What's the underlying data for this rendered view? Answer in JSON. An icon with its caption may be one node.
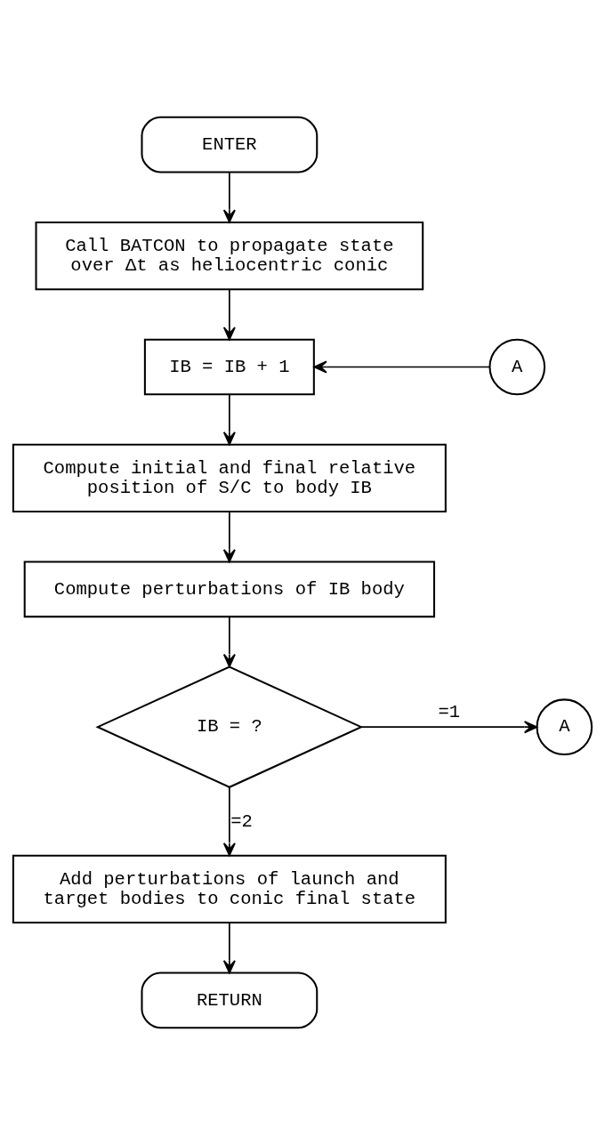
{
  "diagram": {
    "nodes": [
      {
        "text": [
          "ENTER"
        ]
      },
      {
        "text": [
          "Call BATCON to propagate state over Δt as heliocentric conic"
        ]
      },
      {
        "text": [
          "A"
        ]
      },
      {
        "text": [
          "IB = IB + 1"
        ]
      },
      {
        "text": [
          "Compute initial and final relative position of S/C to body IB"
        ]
      },
      {
        "text": [
          "Compute perturbations of IB body"
        ]
      },
      {
        "text": [
          "IB = ?"
        ]
      },
      {
        "text": [
          "A"
        ]
      },
      {
        "text": [
          "Add perturbations of launch and target bodies to conic final state"
        ]
      },
      {
        "text": [
          "RETURN"
        ]
      }
    ],
    "edges": [
      {
        "from": 0,
        "to": 1,
        "arrow": "to"
      },
      {
        "from": 1,
        "to": 3,
        "arrow": "to"
      },
      {
        "from": 2,
        "to": 3,
        "arrow": "to"
      },
      {
        "from": 3,
        "to": 4,
        "arrow": "to"
      },
      {
        "from": 4,
        "to": 5,
        "arrow": "to"
      },
      {
        "from": 5,
        "to": 6,
        "arrow": "to"
      },
      {
        "from": 6,
        "to": 7,
        "arrow": "to",
        "label": "=1"
      },
      {
        "from": 6,
        "to": 8,
        "arrow": "to",
        "label": "=2"
      },
      {
        "from": 8,
        "to": 9,
        "arrow": "to"
      }
    ]
  }
}
